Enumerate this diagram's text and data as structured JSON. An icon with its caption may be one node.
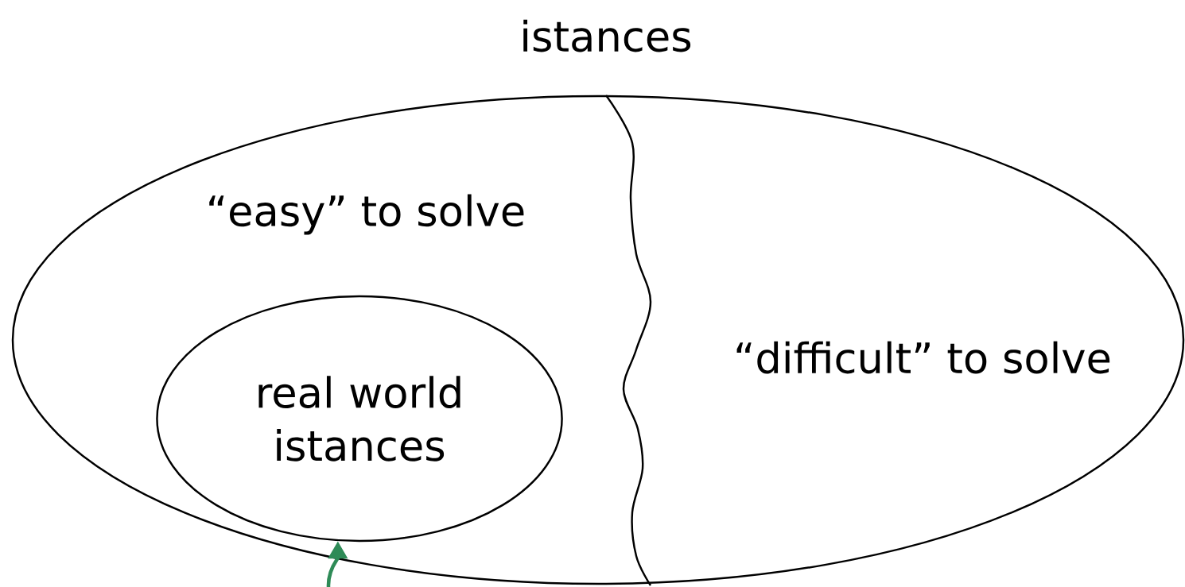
{
  "diagram": {
    "nodes": [
      {
        "text": [
          "istances"
        ]
      },
      {
        "text": [
          "real world istances"
        ],
        "in": 0
      }
    ],
    "edges": [
      {
        "from": null,
        "to": 1,
        "arrow": "to",
        "color": "#2e8b57"
      }
    ],
    "labels": [
      "“easy” to solve",
      "“difficult” to solve"
    ]
  }
}
